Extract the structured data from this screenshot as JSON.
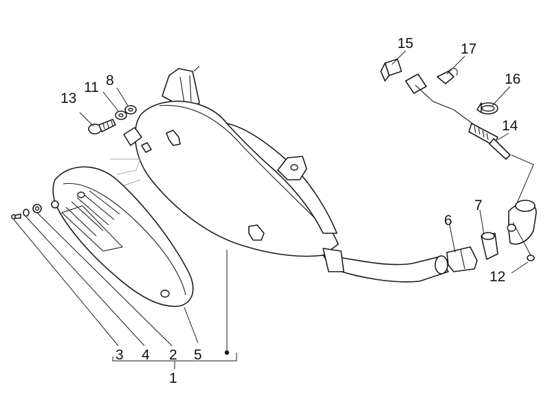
{
  "colors": {
    "line": "#1a1a1a",
    "background": "#ffffff",
    "text": "#111111"
  },
  "callouts": [
    {
      "id": "c1",
      "label": "1"
    },
    {
      "id": "c2",
      "label": "2"
    },
    {
      "id": "c3",
      "label": "3"
    },
    {
      "id": "c4",
      "label": "4"
    },
    {
      "id": "c5",
      "label": "5"
    },
    {
      "id": "c6",
      "label": "6"
    },
    {
      "id": "c7",
      "label": "7"
    },
    {
      "id": "c8",
      "label": "8"
    },
    {
      "id": "c11",
      "label": "11"
    },
    {
      "id": "c12",
      "label": "12"
    },
    {
      "id": "c13",
      "label": "13"
    },
    {
      "id": "c14",
      "label": "14"
    },
    {
      "id": "c15",
      "label": "15"
    },
    {
      "id": "c16",
      "label": "16"
    },
    {
      "id": "c17",
      "label": "17"
    }
  ]
}
